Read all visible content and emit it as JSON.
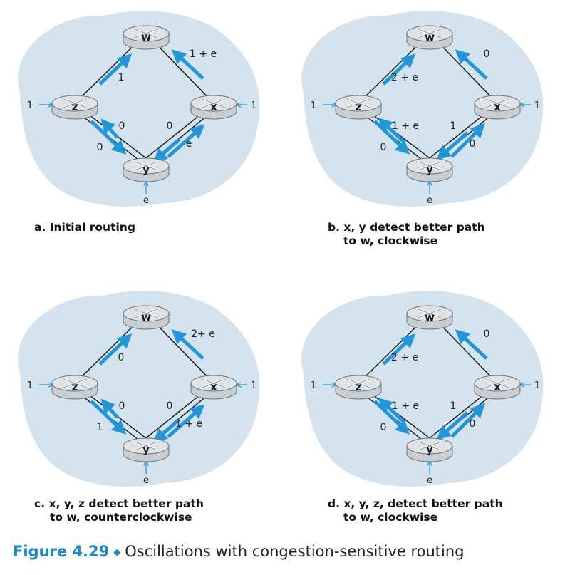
{
  "colors": {
    "cloud": "#d4e3ee",
    "arrow": "#2196d8",
    "link": "#111111",
    "router_body": "#c9ced3",
    "router_top": "#dfe3e6",
    "caption_accent": "#1a8ac8"
  },
  "panels": [
    {
      "id": "a",
      "caption_lines": [
        "a. Initial routing"
      ],
      "routers": [
        "w",
        "z",
        "x",
        "y"
      ],
      "external_inputs": {
        "z": "1",
        "x": "1",
        "y": "e"
      },
      "link_labels": {
        "zw": "1",
        "xw": "1 + e",
        "zy_inner": "0",
        "zy_outer": "0",
        "xy_inner": "0",
        "xy_outer": "e"
      }
    },
    {
      "id": "b",
      "caption_lines": [
        "b. x, y detect better path",
        "to w, clockwise"
      ],
      "routers": [
        "w",
        "z",
        "x",
        "y"
      ],
      "external_inputs": {
        "z": "1",
        "x": "1",
        "y": "e"
      },
      "link_labels": {
        "zw": "2 + e",
        "xw": "0",
        "zy_inner": "1 + e",
        "zy_outer": "0",
        "xy_inner": "1",
        "xy_outer": "0"
      }
    },
    {
      "id": "c",
      "caption_lines": [
        "c. x, y, z detect better path",
        "to w, counterclockwise"
      ],
      "routers": [
        "w",
        "z",
        "x",
        "y"
      ],
      "external_inputs": {
        "z": "1",
        "x": "1",
        "y": "e"
      },
      "link_labels": {
        "zw": "0",
        "xw": "2+ e",
        "zy_inner": "0",
        "zy_outer": "1",
        "xy_inner": "0",
        "xy_outer": "1 + e"
      }
    },
    {
      "id": "d",
      "caption_lines": [
        "d. x, y, z, detect better path",
        "to w, clockwise"
      ],
      "routers": [
        "w",
        "z",
        "x",
        "y"
      ],
      "external_inputs": {
        "z": "1",
        "x": "1",
        "y": "e"
      },
      "link_labels": {
        "zw": "2 + e",
        "xw": "0",
        "zy_inner": "1 + e",
        "zy_outer": "0",
        "xy_inner": "1",
        "xy_outer": "0"
      }
    }
  ],
  "figure": {
    "label": "Figure 4.29",
    "separator": "◆",
    "title": "Oscillations with congestion-sensitive routing"
  }
}
